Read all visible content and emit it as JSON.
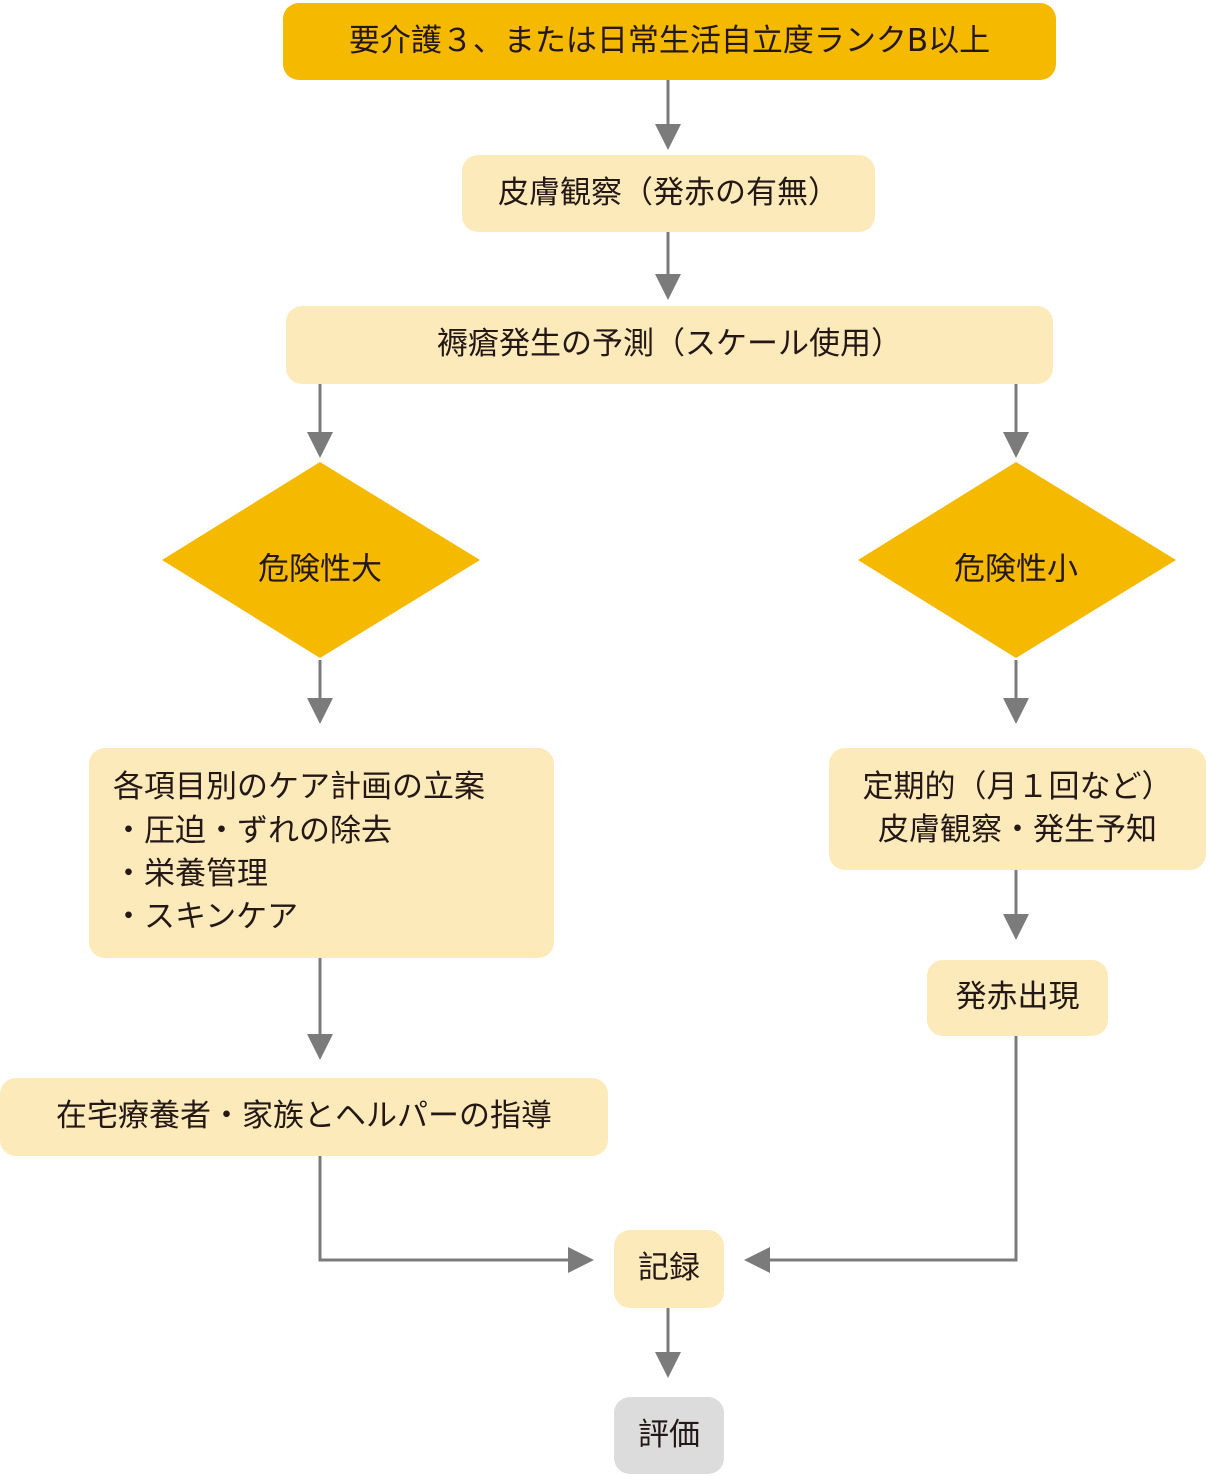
{
  "colors": {
    "dark_fill": "#f5b900",
    "light_fill": "#fdeabb",
    "end_fill": "#dcdcdc",
    "arrow": "#7b7b7b",
    "text": "#231815"
  },
  "nodes": {
    "start": "要介護３、または日常生活自立度ランクB以上",
    "skin_observation": "皮膚観察（発赤の有無）",
    "prediction": "褥瘡発生の予測（スケール使用）",
    "high_risk": "危険性大",
    "low_risk": "危険性小",
    "care_plan": {
      "title": "各項目別のケア計画の立案",
      "items": [
        "・圧迫・ずれの除去",
        "・栄養管理",
        "・スキンケア"
      ]
    },
    "guidance": "在宅療養者・家族とヘルパーの指導",
    "periodic": {
      "line1": "定期的（月１回など）",
      "line2": "皮膚観察・発生予知"
    },
    "redness": "発赤出現",
    "record": "記録",
    "evaluation": "評価"
  }
}
